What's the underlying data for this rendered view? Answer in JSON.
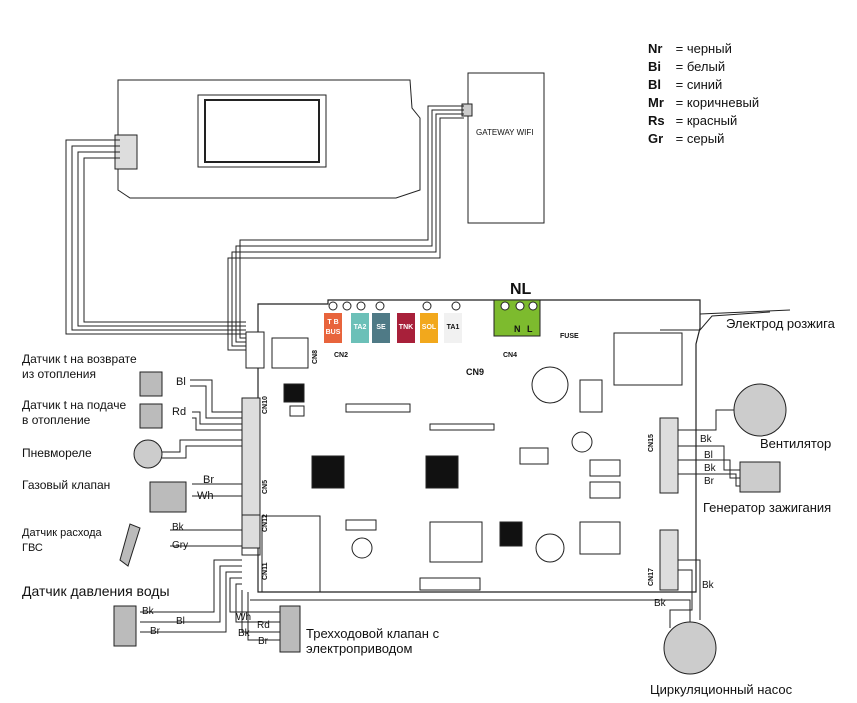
{
  "legend": [
    {
      "code": "Nr",
      "text": "черный"
    },
    {
      "code": "Bi",
      "text": "белый"
    },
    {
      "code": "Bl",
      "text": "синий"
    },
    {
      "code": "Mr",
      "text": "коричневый"
    },
    {
      "code": "Rs",
      "text": "красный"
    },
    {
      "code": "Gr",
      "text": "серый"
    }
  ],
  "components": {
    "return_sensor": "Датчик t на возврате\nиз отопления",
    "flow_sensor": "Датчик t на подаче\nв отопление",
    "pressure_switch": "Пневмореле",
    "gas_valve": "Газовый клапан",
    "dhw_flow_sensor": "Датчик расхода\nГВС",
    "water_pressure_sensor": "Датчик давления воды",
    "three_way_valve": "Трехходовой клапан с\nэлектроприводом",
    "ignition_electrode": "Электрод розжига",
    "fan": "Вентилятор",
    "ignition_generator": "Генератор зажигания",
    "circulation_pump": "Циркуляционный насос",
    "gateway": "GATEWAY WIFI"
  },
  "terminals": [
    {
      "top": "T",
      "bottom": "BUS",
      "color": "#e8643c"
    },
    {
      "top": "B",
      "bottom": "",
      "color": "#e8643c"
    },
    {
      "top": "",
      "bottom": "TA2",
      "color": "#6cc0b8"
    },
    {
      "top": "",
      "bottom": "SE",
      "color": "#4f7a86"
    },
    {
      "top": "",
      "bottom": "TNK",
      "color": "#a8203a"
    },
    {
      "top": "",
      "bottom": "SOL",
      "color": "#f2a81c"
    },
    {
      "top": "",
      "bottom": "TA1",
      "color": "#f1f1f1"
    }
  ],
  "power": {
    "title": "NL",
    "n": "N",
    "l": "L",
    "color": "#7dbb2e"
  },
  "connectors": {
    "cn2": "CN2",
    "cn4": "CN4",
    "cn9": "CN9",
    "cn8": "CN8",
    "cn10": "CN10",
    "cn5": "CN5",
    "cn12": "CN12",
    "cn11": "CN11",
    "cn15": "CN15",
    "cn17": "CN17",
    "fuse": "FUSE"
  },
  "wires": {
    "bl_return": "Bl",
    "rd_flow": "Rd",
    "br_gas": "Br",
    "wh_gas": "Wh",
    "bk_dhw": "Bk",
    "gry_dhw": "Gry",
    "bk_press": "Bk",
    "bl_press": "Bl",
    "br_press": "Br",
    "wh_valve": "Wh",
    "rd_valve": "Rd",
    "bk_valve": "Bk",
    "br_valve": "Br",
    "bk_fan": "Bk",
    "bl_gen": "Bl",
    "bk_gen": "Bk",
    "br_gen": "Br",
    "bk_pump": "Bk",
    "bk_pump2": "Bk"
  }
}
